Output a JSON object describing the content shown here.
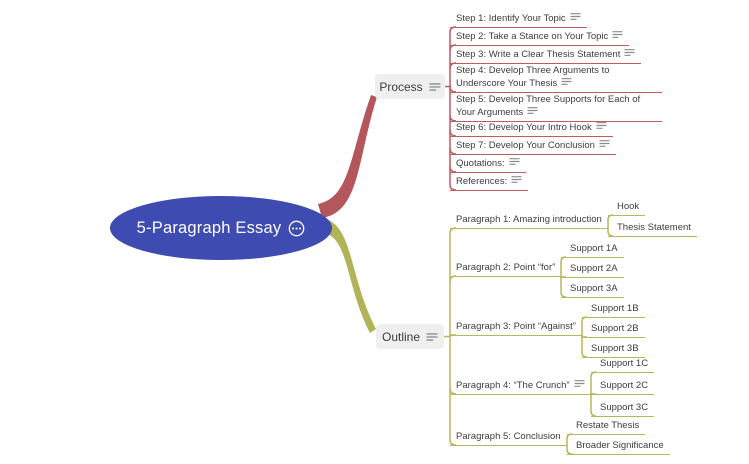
{
  "app": {
    "type": "mind-map"
  },
  "colors": {
    "root_fill": "#3e4bb0",
    "root_text": "#ffffff",
    "process_branch": "#b4575c",
    "outline_branch": "#b2b356",
    "branch_node_fill": "#f0eff0",
    "topic_text": "#3d3d3d",
    "notes_icon": "#8b8b8b",
    "background": "#ffffff"
  },
  "root": {
    "label": "5-Paragraph Essay",
    "badge_icon": "ellipsis-circle"
  },
  "process": {
    "label": "Process",
    "has_notes": true,
    "children": [
      {
        "label": "Step 1: Identify Your Topic",
        "has_notes": true
      },
      {
        "label": "Step 2: Take a Stance on Your Topic",
        "has_notes": true
      },
      {
        "label": "Step 3: Write a Clear Thesis Statement",
        "has_notes": true
      },
      {
        "label": "Step 4: Develop Three Arguments to Underscore Your Thesis",
        "has_notes": true
      },
      {
        "label": "Step 5: Develop Three Supports for Each of Your Arguments",
        "has_notes": true
      },
      {
        "label": "Step 6: Develop Your Intro Hook",
        "has_notes": true
      },
      {
        "label": "Step 7: Develop Your Conclusion",
        "has_notes": true
      },
      {
        "label": "Quotations:",
        "has_notes": true
      },
      {
        "label": "References:",
        "has_notes": true
      }
    ]
  },
  "outline": {
    "label": "Outline",
    "has_notes": true,
    "children": [
      {
        "label": "Paragraph 1: Amazing introduction",
        "has_notes": false,
        "children": [
          {
            "label": "Hook"
          },
          {
            "label": "Thesis Statement"
          }
        ]
      },
      {
        "label": "Paragraph 2: Point “for”",
        "has_notes": false,
        "children": [
          {
            "label": "Support 1A"
          },
          {
            "label": "Support 2A"
          },
          {
            "label": "Support 3A"
          }
        ]
      },
      {
        "label": "Paragraph 3: Point “Against”",
        "has_notes": false,
        "children": [
          {
            "label": "Support 1B"
          },
          {
            "label": "Support 2B"
          },
          {
            "label": "Support 3B"
          }
        ]
      },
      {
        "label": "Paragraph 4: “The Crunch”",
        "has_notes": true,
        "children": [
          {
            "label": "Support 1C"
          },
          {
            "label": "Support 2C"
          },
          {
            "label": "Support 3C"
          }
        ]
      },
      {
        "label": "Paragraph 5: Conclusion",
        "has_notes": false,
        "children": [
          {
            "label": "Restate Thesis"
          },
          {
            "label": "Broader Significance"
          }
        ]
      }
    ]
  }
}
